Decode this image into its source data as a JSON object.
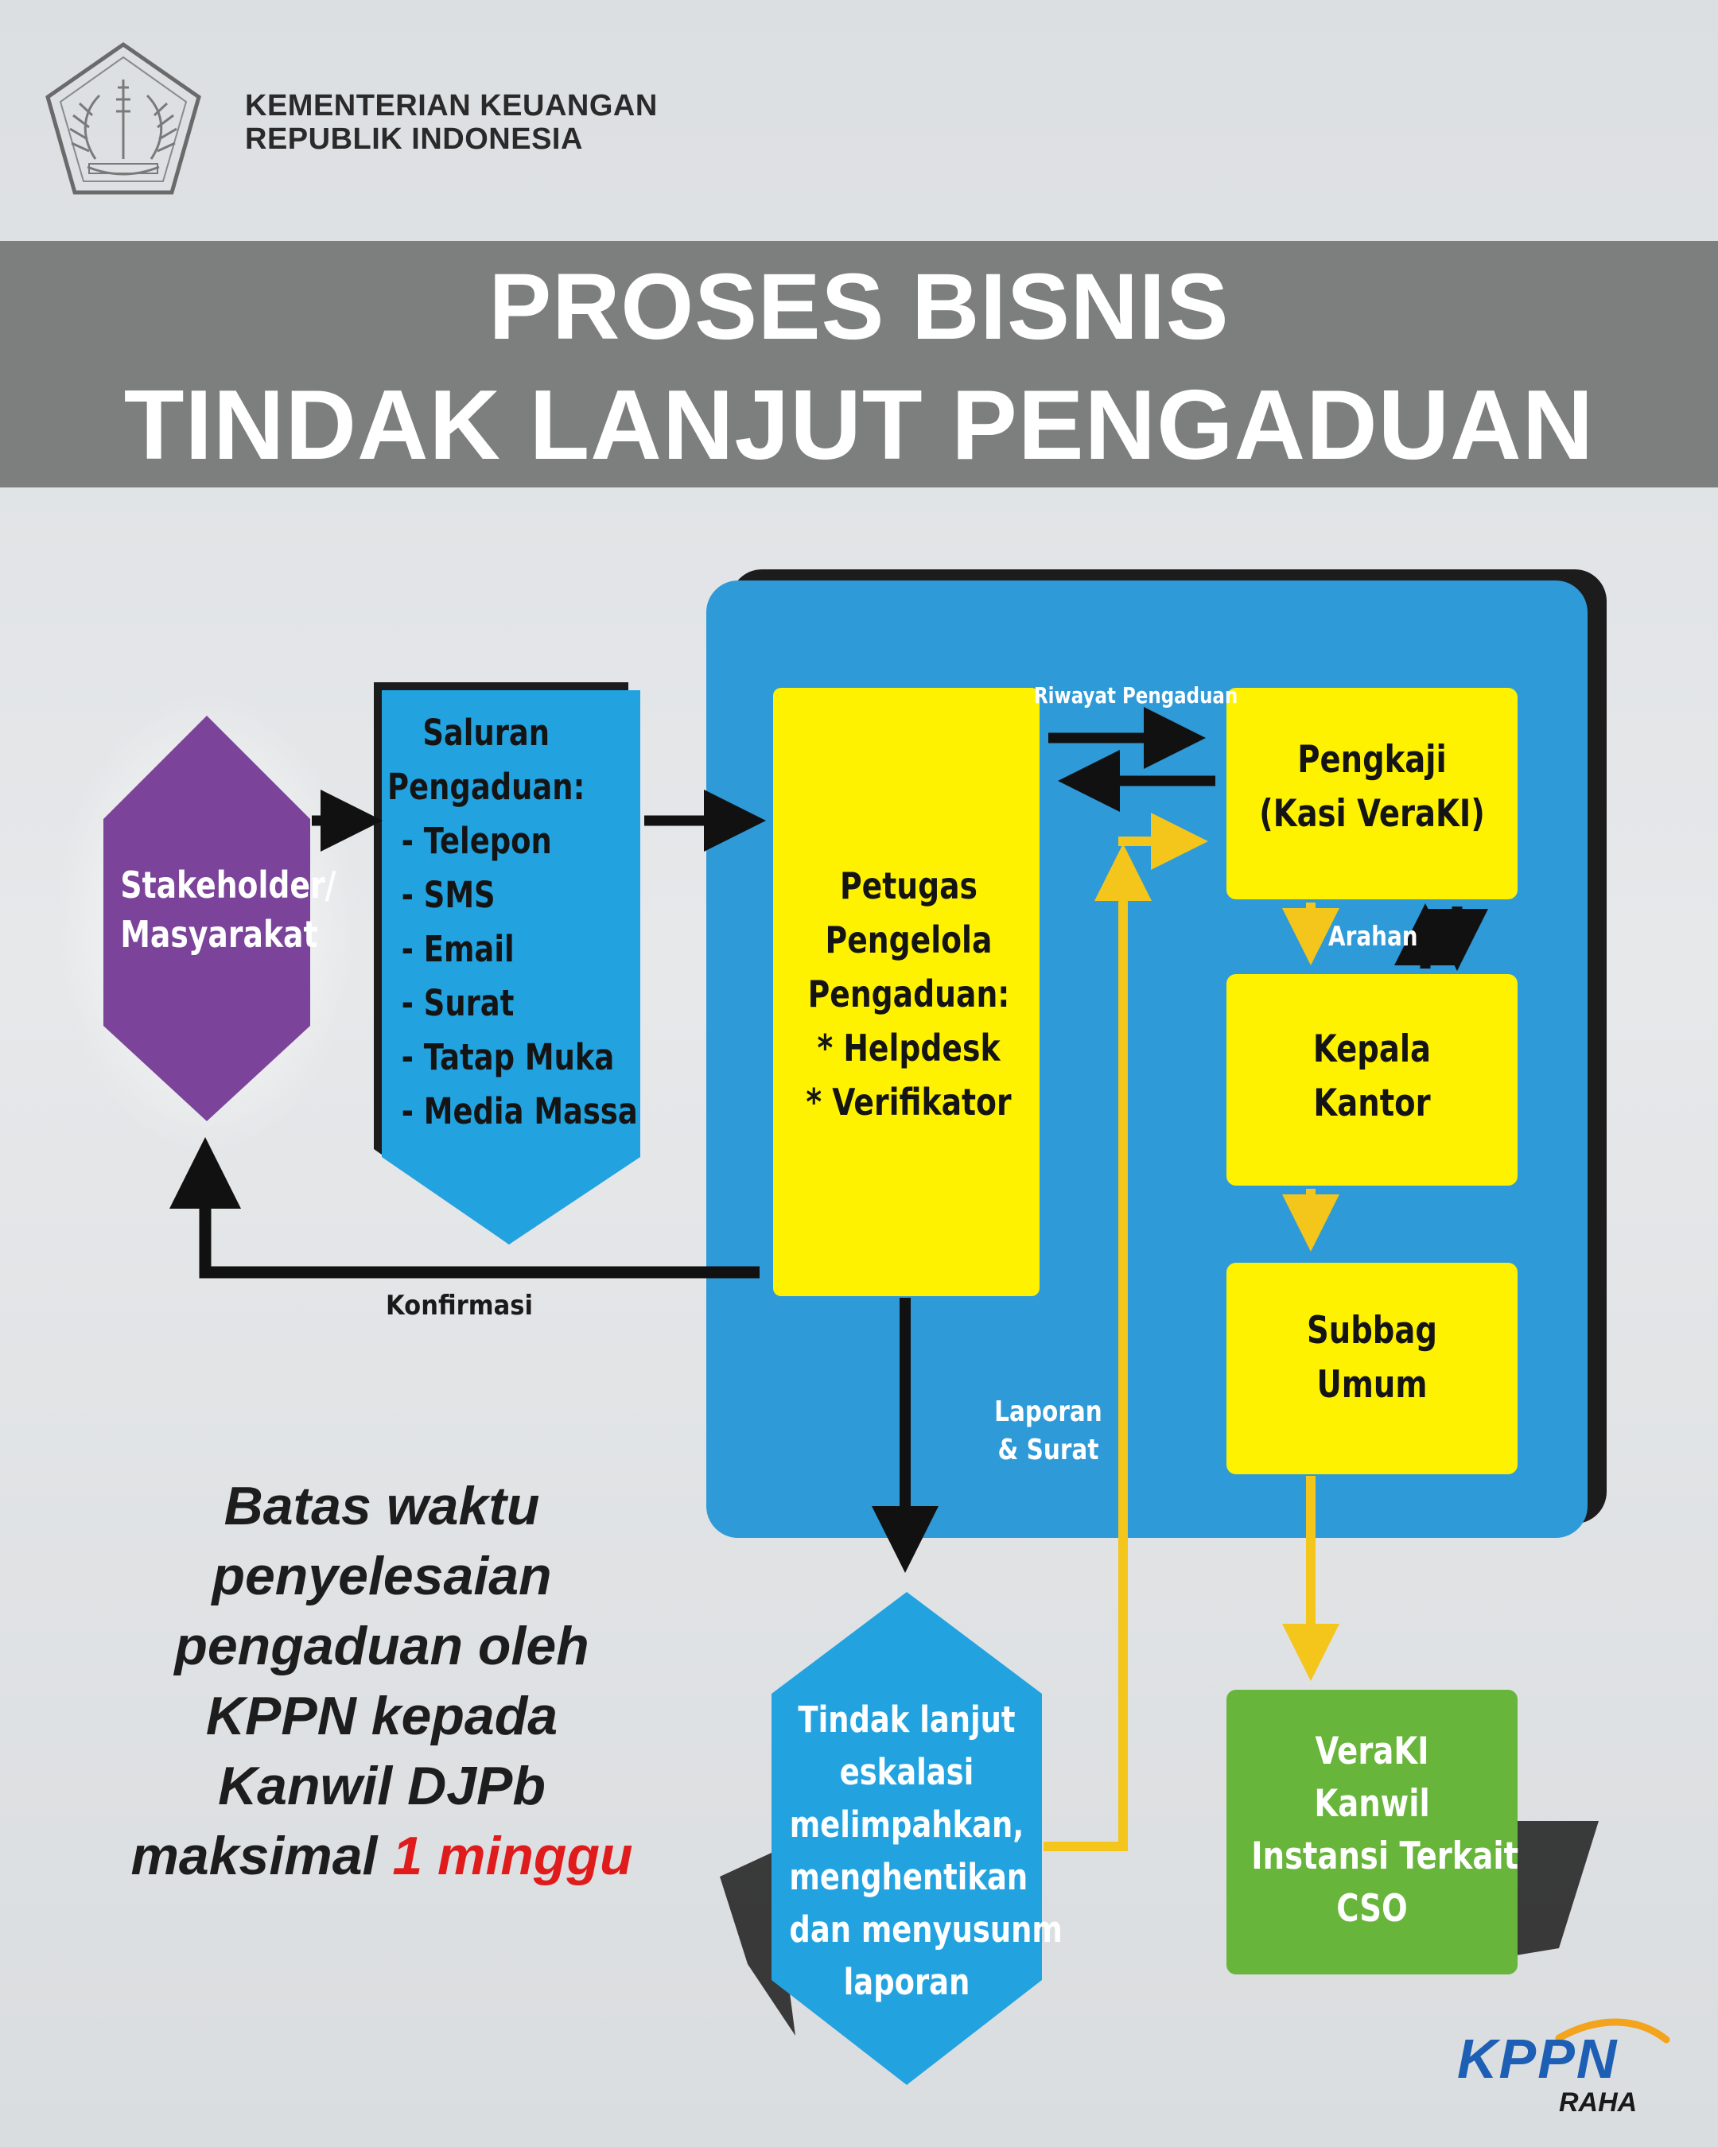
{
  "header": {
    "org_line_1": "KEMENTERIAN KEUANGAN",
    "org_line_2": "REPUBLIK INDONESIA",
    "logo": "kemenkeu-seal-icon"
  },
  "title": {
    "line_1": "PROSES BISNIS",
    "line_2": "TINDAK LANJUT PENGADUAN"
  },
  "nodes": {
    "stakeholder": [
      "Stakeholder/",
      "Masyarakat"
    ],
    "saluran": {
      "heading": [
        "Saluran",
        "Pengaduan:"
      ],
      "items": [
        "- Telepon",
        "- SMS",
        "- Email",
        "- Surat",
        "- Tatap Muka",
        "- Media Massa"
      ]
    },
    "petugas": [
      "Petugas",
      "Pengelola",
      "Pengaduan:",
      "* Helpdesk",
      "* Verifikator"
    ],
    "pengkaji": [
      "Pengkaji",
      "(Kasi VeraKI)"
    ],
    "kepala": [
      "Kepala",
      "Kantor"
    ],
    "subbag": [
      "Subbag",
      "Umum"
    ],
    "tindak": [
      "Tindak lanjut",
      "eskalasi",
      "melimpahkan,",
      "menghentikan",
      "dan menyusunm",
      "laporan"
    ],
    "veraki": [
      "VeraKI",
      "Kanwil",
      "Instansi Terkait",
      "CSO"
    ]
  },
  "labels": {
    "riwayat": "Riwayat Pengaduan",
    "arahan": "Arahan",
    "konfirmasi": "Konfirmasi",
    "laporan": [
      "Laporan",
      "& Surat"
    ]
  },
  "note": {
    "lines": [
      "Batas waktu",
      "penyelesaian",
      "pengaduan oleh",
      "KPPN kepada",
      "Kanwil DJPb"
    ],
    "last_prefix": "maksimal ",
    "last_highlight": "1 minggu"
  },
  "footer_logo": {
    "brand": "KPPN",
    "sub": "RAHA"
  },
  "colors": {
    "banner": "#7d7f7e",
    "panel_blue": "#2e9ad8",
    "yellow": "#fff200",
    "purple": "#7b449a",
    "green": "#67b53a",
    "accent_red": "#e01b1b",
    "arrow_yellow": "#f4c51b"
  }
}
